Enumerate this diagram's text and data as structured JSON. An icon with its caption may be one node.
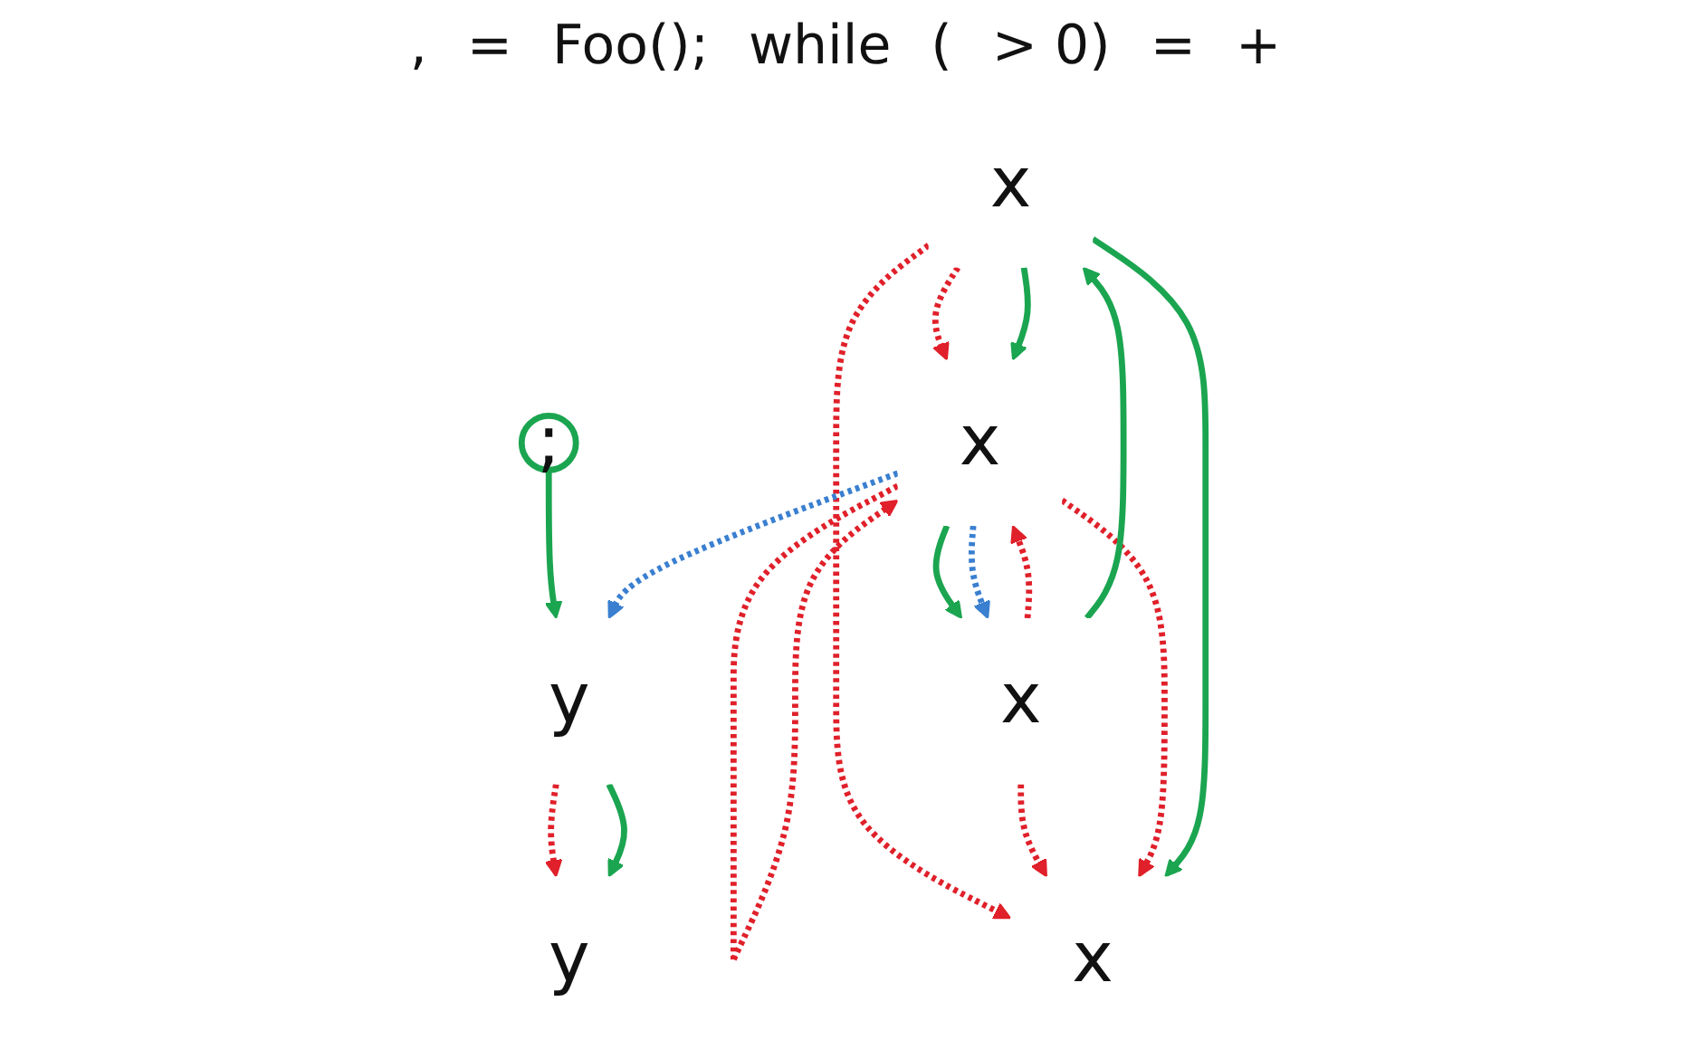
{
  "diagram": {
    "nodes": [
      {
        "text": [
          "x"
        ]
      },
      {
        "text": [
          "y"
        ]
      },
      {
        "text": [
          "x"
        ]
      },
      {
        "text": [
          "x"
        ]
      },
      {
        "text": [
          "x"
        ]
      },
      {
        "text": [
          "y"
        ]
      },
      {
        "text": [
          ";"
        ]
      }
    ],
    "edges": [
      {
        "from": 2,
        "to": 0,
        "arrow": "to",
        "style": "dashed"
      },
      {
        "from": 4,
        "to": 0,
        "arrow": "to",
        "style": "dashed"
      },
      {
        "from": 3,
        "to": 0,
        "arrow": "to",
        "style": "dashed"
      },
      {
        "from": 5,
        "to": 1,
        "arrow": "to",
        "style": "dashed"
      },
      {
        "from": 3,
        "to": 3,
        "arrow": "to",
        "style": "dashed"
      },
      {
        "from": 2,
        "to": 3,
        "arrow": "to",
        "style": "dashed"
      },
      {
        "from": 4,
        "to": 3,
        "arrow": "to",
        "style": "dashed"
      },
      {
        "from": 2,
        "to": 0,
        "arrow": "to",
        "color": "#1ba550"
      },
      {
        "from": 5,
        "to": 1,
        "arrow": "to",
        "color": "#1ba550"
      },
      {
        "from": 2,
        "to": 3,
        "arrow": "to",
        "color": "#1ba550"
      },
      {
        "from": 3,
        "to": 4,
        "arrow": "to",
        "color": "#1ba550"
      },
      {
        "from": 4,
        "to": 2,
        "arrow": "to",
        "color": "#1ba550"
      },
      {
        "from": 6,
        "to": 5,
        "arrow": "to",
        "color": "#1ba550"
      },
      {
        "from": 3,
        "to": 4,
        "arrow": "to",
        "style": "dashed",
        "color": "#3a7fd0"
      },
      {
        "from": 3,
        "to": 5,
        "arrow": "to",
        "style": "dashed",
        "color": "#3a7fd0"
      }
    ],
    "labels": [
      ",",
      "=",
      "Foo();",
      "while",
      "(",
      "> 0)",
      "=",
      "+"
    ]
  }
}
